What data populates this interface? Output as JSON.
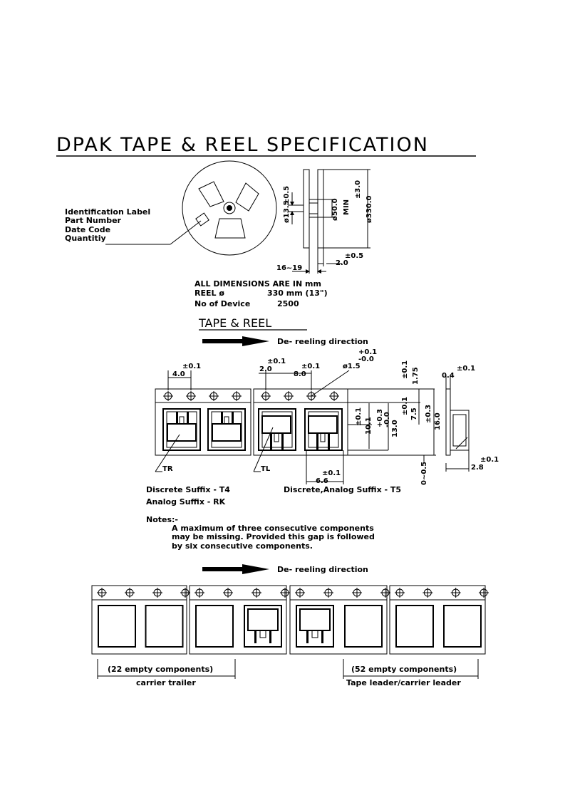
{
  "title": "DPAK TAPE & REEL SPECIFICATION",
  "reel": {
    "labels": [
      "Identification Label",
      "Part Number",
      "Date Code",
      "Quantitiy"
    ],
    "dims": {
      "hub_dia": "ø13.5",
      "hub_tol": "±0.5",
      "inner_dia": "ø50.0",
      "min": "MIN",
      "outer_dia": "ø330.0",
      "outer_tol": "±3.0",
      "width_range": "16~19",
      "flange": "2.0",
      "flange_tol": "±0.5"
    },
    "notes": [
      "ALL DIMENSIONS ARE IN mm",
      "REEL ø",
      "330 mm (13\")",
      "No of Device",
      "2500"
    ]
  },
  "tape": {
    "heading": "TAPE & REEL",
    "direction": "De- reeling direction",
    "dims": {
      "pitch4": "4.0",
      "pitch4_tol": "±0.1",
      "edge2": "2.0",
      "edge2_tol": "±0.1",
      "pitch8": "8.0",
      "pitch8_tol": "±0.1",
      "hole": "ø1.5",
      "hole_tol_plus": "+0.1",
      "hole_tol_minus": "-0.0",
      "d175": "1.75",
      "d175_tol": "±0.1",
      "d04": "0.4",
      "d04_tol": "±0.1",
      "d101": "10.1",
      "d101_tol": "±0.1",
      "d130": "13.0",
      "d130_tol_plus": "+0.3",
      "d130_tol_minus": "-0.0",
      "d75": "7.5",
      "d75_tol": "±0.1",
      "d160": "16.0",
      "d160_tol": "±0.3",
      "d28": "2.8",
      "d28_tol": "±0.1",
      "d66": "6.6",
      "d66_tol": "±0.1",
      "d005": "0~0.5",
      "tr": "TR",
      "tl": "TL"
    },
    "suffix_left_1": "Discrete Suffix - T4",
    "suffix_left_2": "Analog Suffix - RK",
    "suffix_right": "Discrete,Analog Suffix - T5",
    "notes_label": "Notes:-",
    "notes": [
      "A maximum of three consecutive components",
      "may be missing.  Provided this gap is followed",
      "by six consecutive components."
    ]
  },
  "bottom": {
    "direction": "De- reeling direction",
    "left_count": "(22 empty components)",
    "left_caption": "carrier trailer",
    "right_count": "(52 empty components)",
    "right_caption": "Tape leader/carrier leader"
  }
}
